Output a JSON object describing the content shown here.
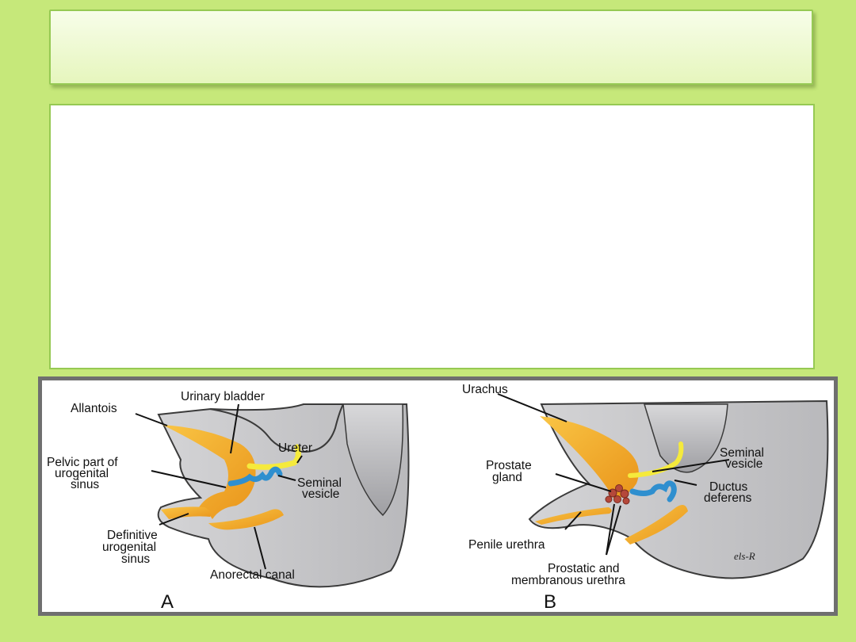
{
  "slide": {
    "title": "",
    "body": ""
  },
  "figure": {
    "panel_a": {
      "letter": "A",
      "labels": {
        "allantois": "Allantois",
        "urinary_bladder": "Urinary bladder",
        "ureter": "Ureter",
        "pelvic_part_1": "Pelvic part of",
        "pelvic_part_2": "urogenital",
        "pelvic_part_3": "sinus",
        "seminal_vesicle_1": "Seminal",
        "seminal_vesicle_2": "vesicle",
        "definitive_1": "Definitive",
        "definitive_2": "urogenital",
        "definitive_3": "sinus",
        "anorectal_canal": "Anorectal canal"
      }
    },
    "panel_b": {
      "letter": "B",
      "labels": {
        "urachus": "Urachus",
        "prostate_gland_1": "Prostate",
        "prostate_gland_2": "gland",
        "seminal_vesicle_1": "Seminal",
        "seminal_vesicle_2": "vesicle",
        "ductus_deferens_1": "Ductus",
        "ductus_deferens_2": "deferens",
        "penile_urethra": "Penile urethra",
        "prostatic_1": "Prostatic and",
        "prostatic_2": "membranous urethra"
      },
      "signature": "els-R"
    },
    "colors": {
      "tissue": "#c9c9cb",
      "tissue_outline": "#3a3a3a",
      "bladder_orange": "#f2a81d",
      "ureter_yellow": "#f5ea3c",
      "vesicle_blue": "#2f8fcf",
      "prostate_red": "#b5483a"
    }
  }
}
